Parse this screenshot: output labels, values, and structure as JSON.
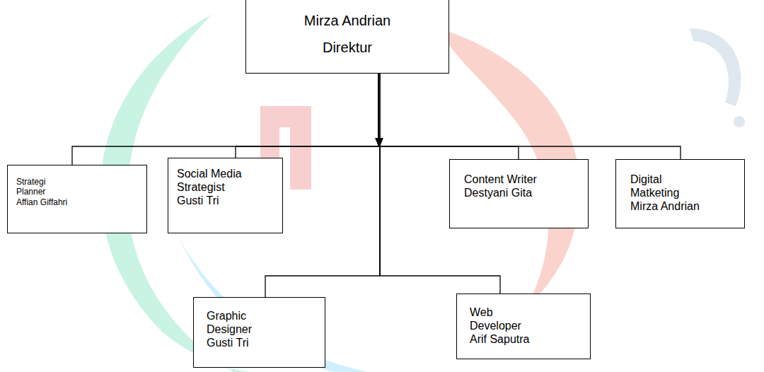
{
  "diagram": {
    "nodes": [
      {
        "text": [
          "Mirza Andrian",
          "Direktur"
        ]
      },
      {
        "text": [
          "Strategi Planner",
          "Affian Giffahri"
        ]
      },
      {
        "text": [
          "Social Media Strategist",
          "Gusti Tri"
        ]
      },
      {
        "text": [
          "Content Writer",
          "Destyani Gita"
        ]
      },
      {
        "text": [
          "Digital Matketing",
          "Mirza Andrian"
        ]
      },
      {
        "text": [
          "Graphic Designer",
          "Gusti Tri"
        ]
      },
      {
        "text": [
          "Web Developer",
          "Arif Saputra"
        ]
      }
    ],
    "edges": [
      {
        "from": 0,
        "to": 1,
        "arrow": "to"
      },
      {
        "from": 0,
        "to": 2,
        "arrow": "to"
      },
      {
        "from": 0,
        "to": 3,
        "arrow": "to"
      },
      {
        "from": 0,
        "to": 4,
        "arrow": "to"
      },
      {
        "from": 0,
        "to": 5,
        "arrow": "to"
      },
      {
        "from": 0,
        "to": 6,
        "arrow": "to"
      }
    ]
  }
}
